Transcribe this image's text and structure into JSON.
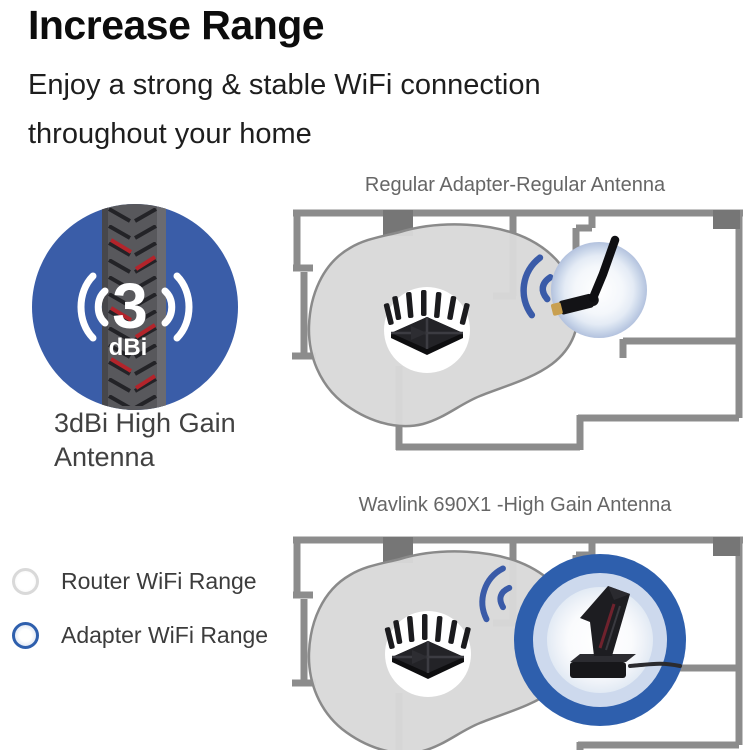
{
  "header": {
    "title": "Increase Range",
    "subtitle_line1": "Enjoy a strong & stable WiFi connection",
    "subtitle_line2": "throughout your home"
  },
  "hero": {
    "gain_value": "3",
    "gain_unit": "dBi",
    "caption_line1": "3dBi High Gain",
    "caption_line2": "Antenna"
  },
  "legend": {
    "items": [
      {
        "label": "Router WiFi Range",
        "swatch_color": "#d9d9d9"
      },
      {
        "label": "Adapter WiFi Range",
        "swatch_color": "#2e5fad"
      }
    ]
  },
  "figures": [
    {
      "title": "Regular Adapter-Regular Antenna"
    },
    {
      "title": "Wavlink 690X1 -High Gain Antenna"
    }
  ],
  "colors": {
    "accent_blue": "#3a5da8",
    "ring_blue": "#2e5fad",
    "signal_blue": "#3a5ba8",
    "wall_gray": "#8c8c8c",
    "door_gray": "#767676",
    "coverage_gray": "#d9d9d9",
    "antenna_red": "#b3242b"
  }
}
